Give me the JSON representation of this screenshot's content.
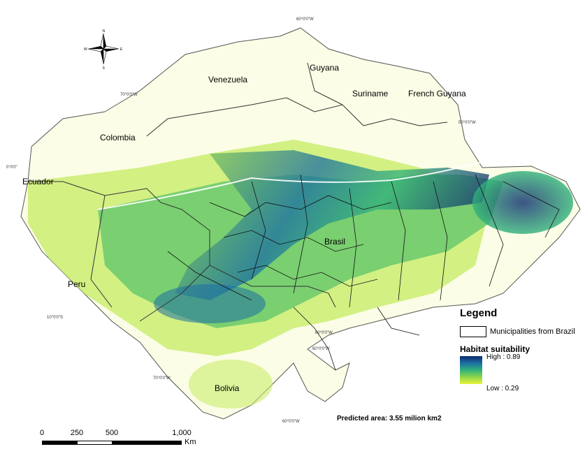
{
  "countries": [
    "Venezuela",
    "Guyana",
    "Suriname",
    "French Guyana",
    "Colombia",
    "Ecuador",
    "Peru",
    "Brasil",
    "Bolivia"
  ],
  "coordinates": [
    "60°0'0\"W",
    "70°0'0\"W",
    "0°0'0\"",
    "50°0'0\"W",
    "10°0'0\"S",
    "60°0'0\"W",
    "60°0'0\"W",
    "70°0'0\"W",
    "60°0'0\"W"
  ],
  "compass": {
    "n": "N",
    "s": "S",
    "e": "E",
    "w": "W"
  },
  "legend": {
    "title": "Legend",
    "municipalities_label": "Municipalities from Brazil",
    "habitat_title": "Habitat suitability",
    "high_label": "High : 0.89",
    "low_label": "Low : 0.29",
    "high_value": 0.89,
    "low_value": 0.29,
    "gradient_colors": [
      "#0d2a6e",
      "#1b6fa3",
      "#30b27a",
      "#8fd64a",
      "#e8f53a"
    ]
  },
  "predicted_area": "Predicted area: 3.55 milion km2",
  "scalebar": {
    "ticks": [
      "0",
      "250",
      "500",
      "1,000"
    ],
    "unit": "Km"
  }
}
